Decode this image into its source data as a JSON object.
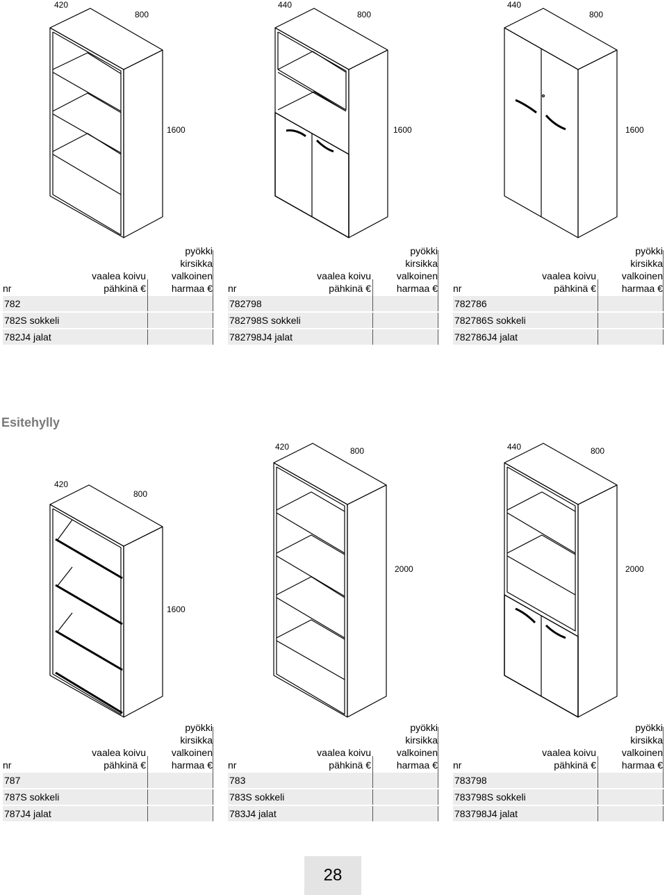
{
  "section_title": "Esitehylly",
  "page_number": "28",
  "dims": {
    "a_depth": "420",
    "a_width": "800",
    "a_height": "1600",
    "b_depth": "440",
    "b_width": "800",
    "b_height": "1600",
    "c_depth": "440",
    "c_width": "800",
    "c_height": "1600",
    "d_depth": "420",
    "d_width": "800",
    "d_height": "1600",
    "e_depth": "420",
    "e_width": "800",
    "e_height": "2000",
    "f_depth": "440",
    "f_width": "800",
    "f_height": "2000"
  },
  "header": {
    "col_nr": "nr",
    "col_a": [
      "vaalea koivu",
      "pähkinä €"
    ],
    "col_b": [
      "pyökki",
      "kirsikka",
      "valkoinen",
      "harmaa €"
    ]
  },
  "tables": [
    {
      "rows": [
        "782",
        "782S sokkeli",
        "782J4 jalat"
      ]
    },
    {
      "rows": [
        "782798",
        "782798S sokkeli",
        "782798J4 jalat"
      ]
    },
    {
      "rows": [
        "782786",
        "782786S sokkeli",
        "782786J4 jalat"
      ]
    },
    {
      "rows": [
        "787",
        "787S sokkeli",
        "787J4 jalat"
      ]
    },
    {
      "rows": [
        "783",
        "783S sokkeli",
        "783J4 jalat"
      ]
    },
    {
      "rows": [
        "783798",
        "783798S sokkeli",
        "783798J4 jalat"
      ]
    }
  ]
}
